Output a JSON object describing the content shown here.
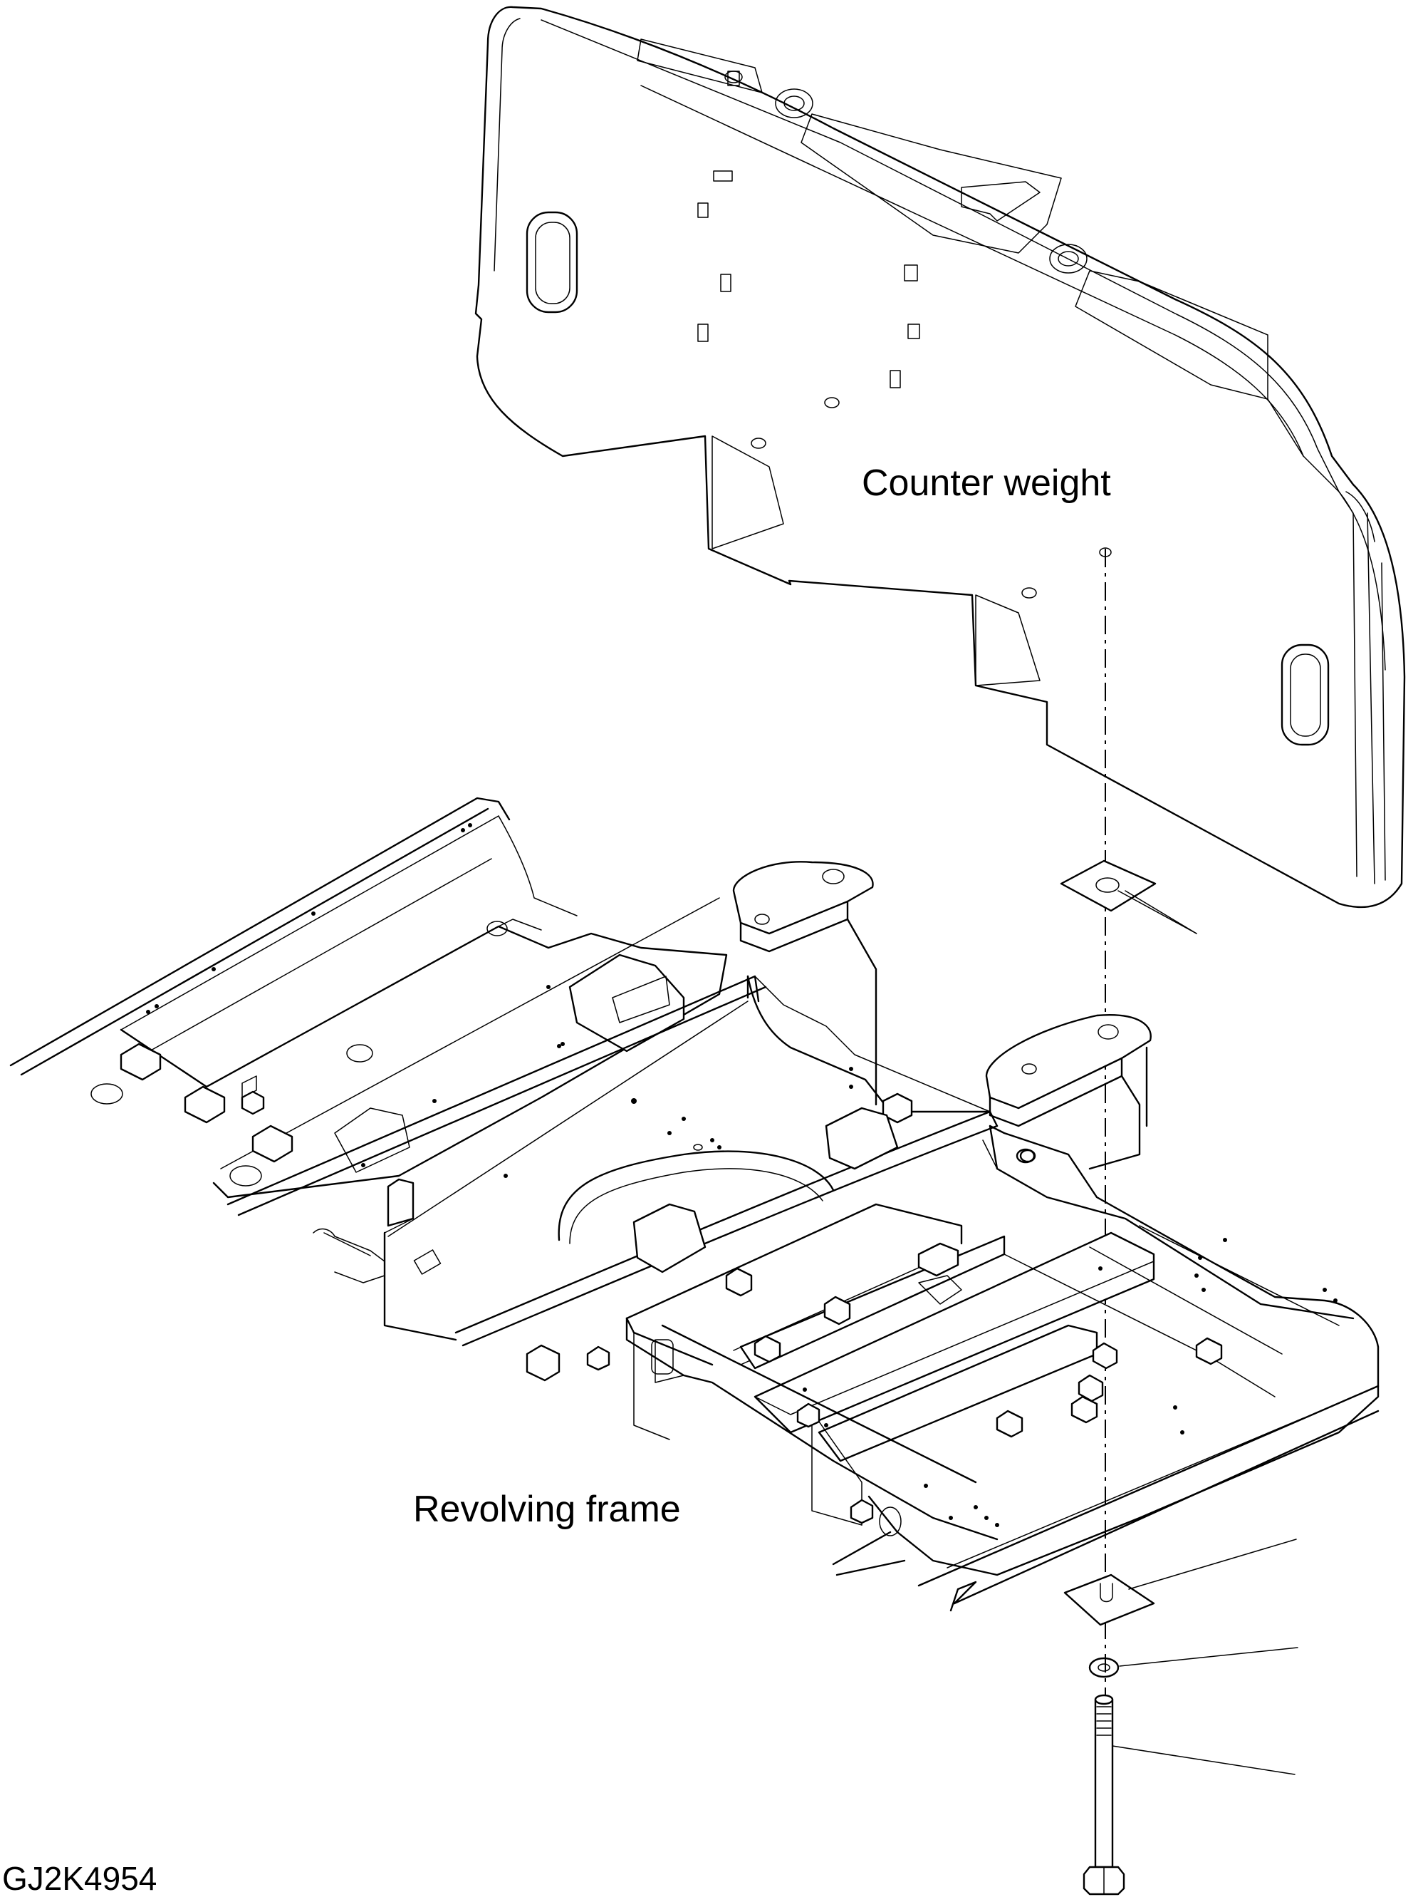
{
  "labels": {
    "counter_weight": "Counter weight",
    "revolving_frame": "Revolving frame",
    "drawing_number": "GJ2K4954"
  }
}
